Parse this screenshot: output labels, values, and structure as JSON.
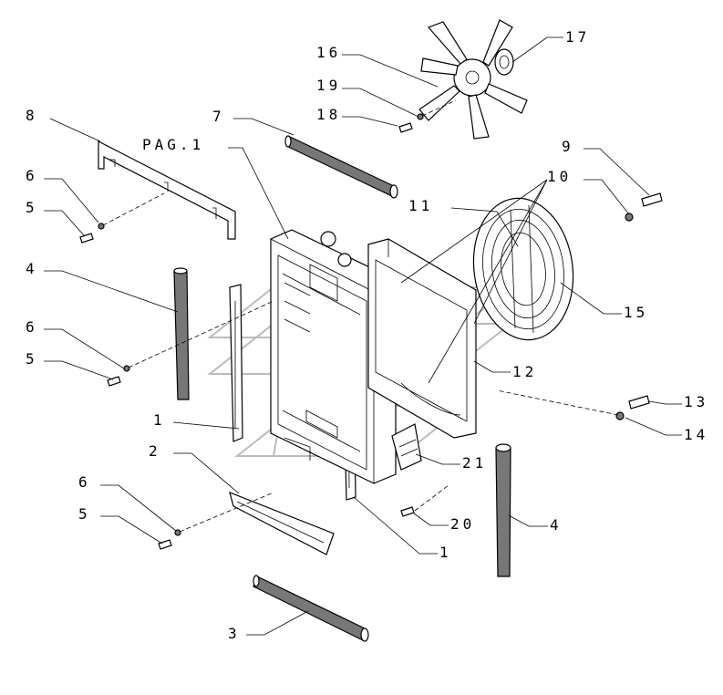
{
  "diagram": {
    "reference_label": "PAG.1",
    "callouts": [
      "1",
      "1",
      "2",
      "3",
      "4",
      "4",
      "5",
      "5",
      "5",
      "6",
      "6",
      "6",
      "7",
      "8",
      "9",
      "10",
      "11",
      "12",
      "13",
      "14",
      "15",
      "16",
      "17",
      "18",
      "19",
      "20",
      "21"
    ]
  }
}
